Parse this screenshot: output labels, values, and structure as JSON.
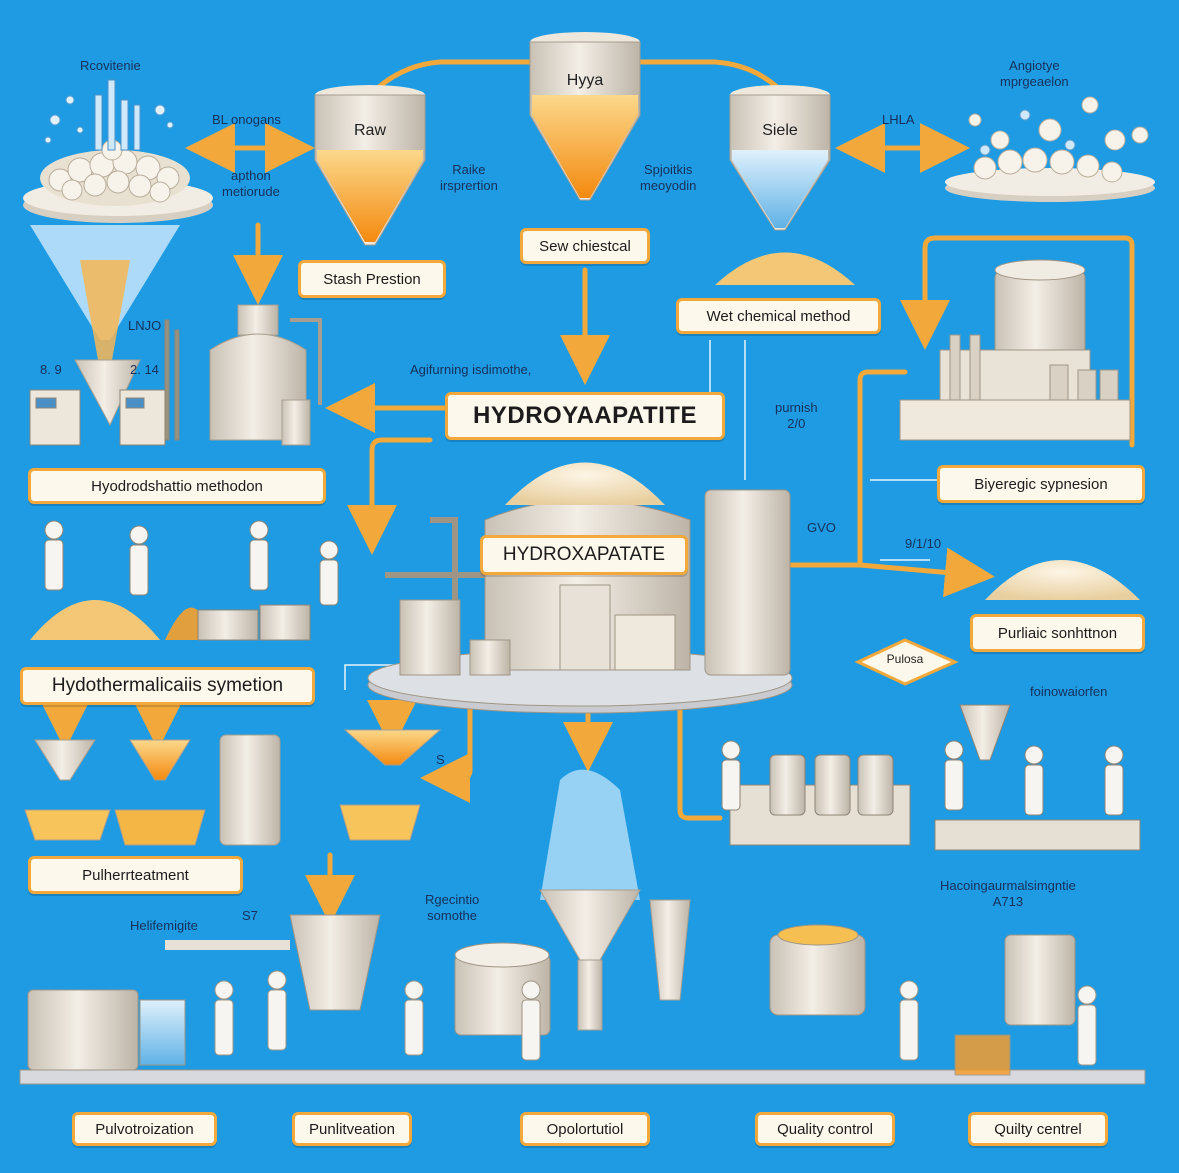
{
  "hoppers": {
    "raw": "Raw",
    "hya": "Hyya",
    "siele": "Siele"
  },
  "labels": {
    "stash_prestion": "Stash Prestion",
    "sew_chiestcal": "Sew chiestcal",
    "wet_chemical_method": "Wet chemical method",
    "hydroyaapatite": "HYDROYAAPATITE",
    "hydrodshattio": "Hyodrodshattio methodon",
    "biyeregic": "Biyeregic sypnesion",
    "hydroxapatate": "HYDROXAPATATE",
    "purliaic": "Purliaic sonhttnon",
    "hydothermal": "Hydothermalicaiis symetion",
    "pulherrteatment": "Pulherrteatment",
    "pulsa": "Pulosa",
    "bottom": [
      "Pulvotroization",
      "Punlitveation",
      "Opolortutiol",
      "Quality control",
      "Quilty centrel"
    ]
  },
  "notes": {
    "rcovitenie": "Rcovitenie",
    "bl_onogans": "BL onogans",
    "apthon": "apthon\nmetiorude",
    "raike": "Raike\nirsprertion",
    "spjoitkis": "Spjoitkis\nmeoyodin",
    "angiotye": "Angiotye\nmprgeaelon",
    "lhla": "LHLA",
    "lnjo": "LNJO",
    "n_89": "8. 9",
    "n_214": "2. 14",
    "agifurning": "Agifurning isdimothe,",
    "purnish": "purnish\n2/0",
    "gvo": "GVO",
    "n_9710": "9/1/10",
    "foinowaiorfen": "foinowaiorfen",
    "s_mark": "S",
    "helif": "Helifemigite",
    "s7": "S7",
    "rgecintio": "Rgecintio\nsomothe",
    "hacoing": "Hacoingaurmalsimgntie\nA713"
  },
  "colors": {
    "background": "#1e9be3",
    "accent": "#f2a83a",
    "label_fill": "#fdf8ec",
    "powder": "#f4e7cf",
    "orange_liquid": "#f6a01d",
    "steel": "#e6dfd4"
  }
}
